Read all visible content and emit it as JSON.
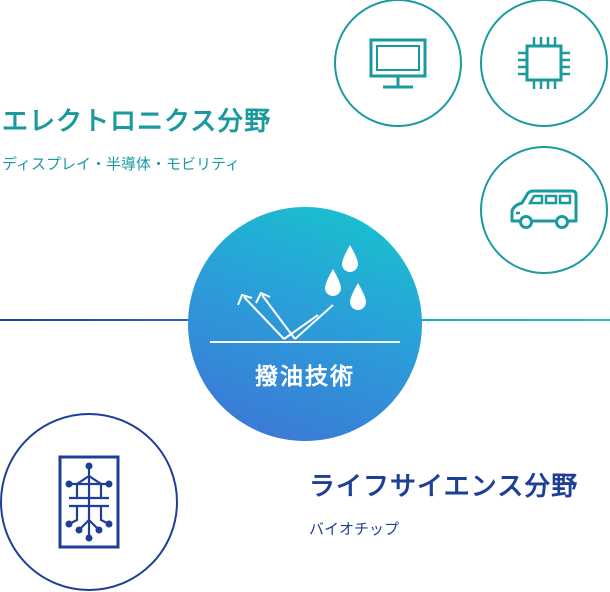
{
  "center": {
    "label": "撥油技術"
  },
  "electronics": {
    "title": "エレクトロニクス分野",
    "subtitle": "ディスプレイ・半導体・モビリティ",
    "icons": [
      "monitor-icon",
      "chip-icon",
      "van-icon"
    ]
  },
  "life_science": {
    "title": "ライフサイエンス分野",
    "subtitle": "バイオチップ",
    "icons": [
      "biochip-icon"
    ]
  },
  "colors": {
    "teal": "#1a9a9e",
    "navy": "#1e3f96",
    "gradient_start": "#16c7cc",
    "gradient_end": "#3f72d6"
  }
}
